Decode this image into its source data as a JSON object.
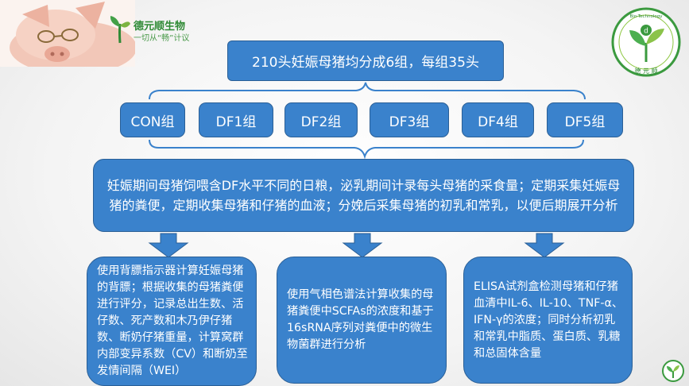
{
  "brand": {
    "name": "德元顺生物",
    "slogan": "一切从“畅”计议",
    "badge_name": "德 元 顺",
    "badge_en": "Bio-Technology",
    "badge_mark": "d"
  },
  "flow": {
    "top": "210头妊娠母猪均分成6组，每组35头",
    "groups": [
      "CON组",
      "DF1组",
      "DF2组",
      "DF3组",
      "DF4组",
      "DF5组"
    ],
    "description": "妊娠期间母猪饲喂含DF水平不同的日粮，泌乳期间计录每头母猪的采食量；定期采集妊娠母猪的粪便，定期收集母猪和仔猪的血液；分娩后采集母猪的初乳和常乳，以便后期展开分析",
    "bottom": [
      "使用背膘指示器计算妊娠母猪的背膘；根据收集的母猪粪便进行评分，记录总出生数、活仔数、死产数和木乃伊仔猪数、断奶仔猪重量，计算窝群内部变异系数（CV）和断奶至发情间隔（WEI）",
      "使用气相色谱法计算收集的母猪粪便中SCFAs的浓度和基于16sRNA序列对粪便中的微生物菌群进行分析",
      "ELISA试剂盒检测母猪和仔猪血清中IL-6、IL-10、TNF-α、IFN-γ的浓度；同时分析初乳和常乳中脂质、蛋白质、乳糖和总固体含量"
    ]
  },
  "colors": {
    "box": "#3a82cc",
    "box_border": "#2a5f96",
    "connector": "#3a82cc",
    "brand_green": "#2f8a35"
  }
}
